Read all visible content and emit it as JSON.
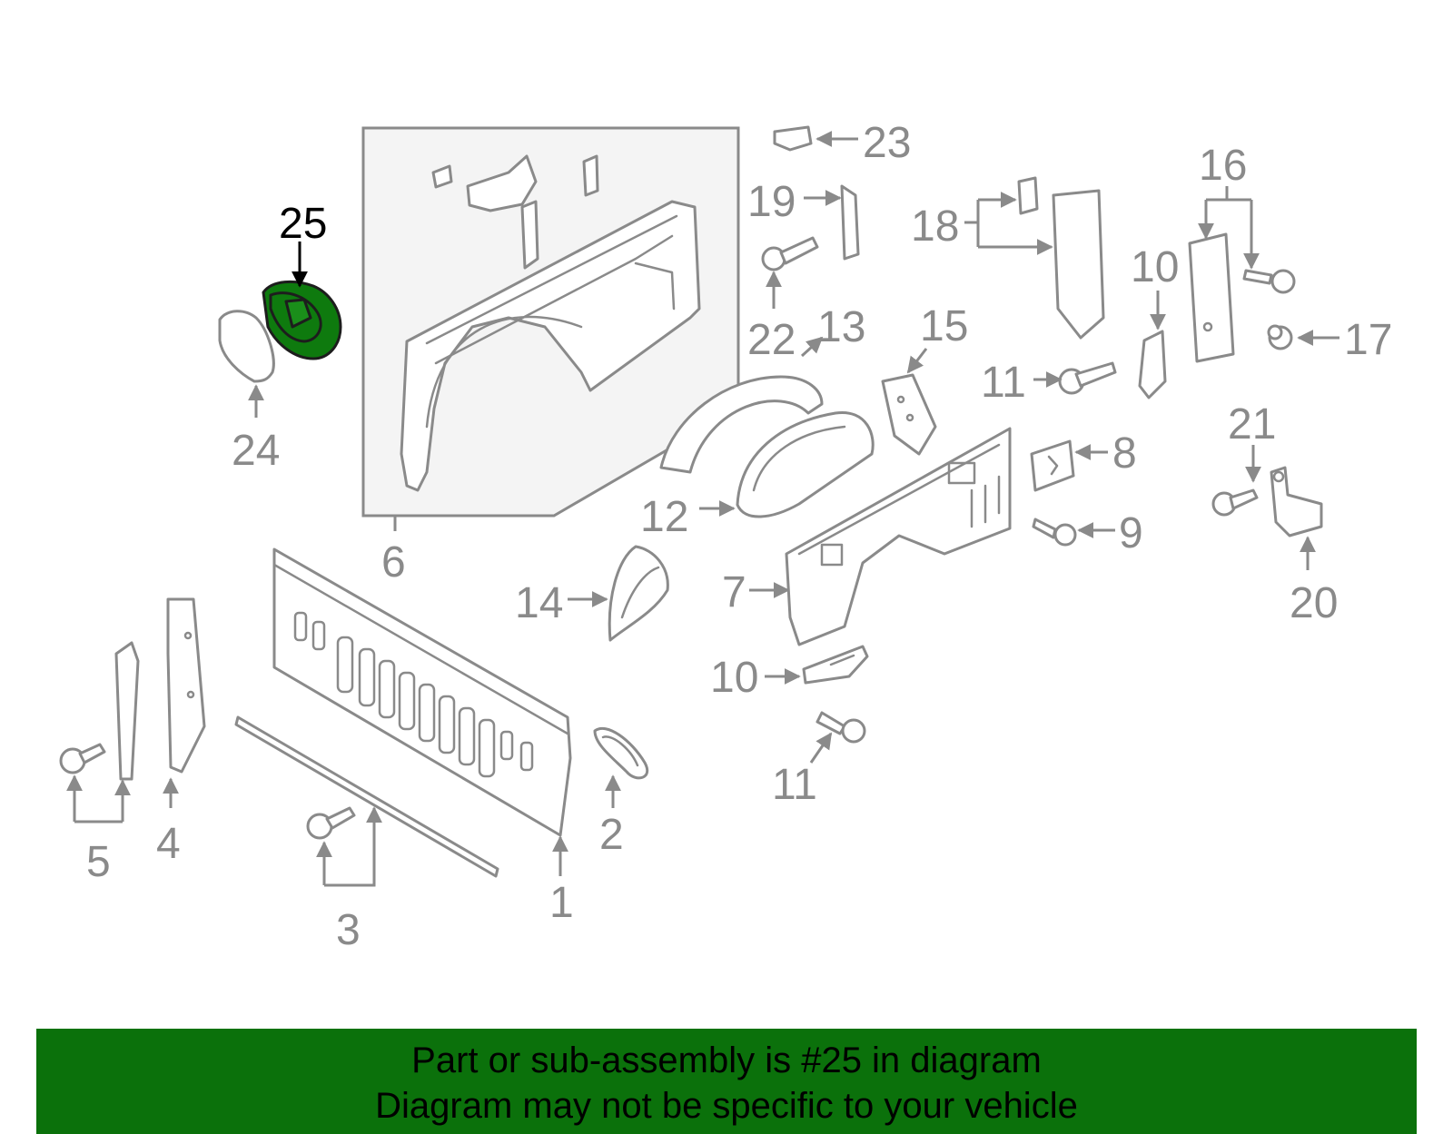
{
  "colors": {
    "highlight_fill": "#0e7a0e",
    "banner_bg": "#0b710b",
    "outline": "#8a8a8a",
    "selected_callout": "#000000"
  },
  "diagram": {
    "selected_part": "25",
    "callouts": [
      "1",
      "2",
      "3",
      "4",
      "5",
      "6",
      "7",
      "8",
      "9",
      "10",
      "10",
      "11",
      "11",
      "12",
      "13",
      "14",
      "15",
      "16",
      "17",
      "18",
      "19",
      "20",
      "21",
      "22",
      "23",
      "24",
      "25"
    ]
  },
  "banner": {
    "line1": "Part or sub-assembly is #25 in diagram",
    "line2": "Diagram may not be specific to your vehicle"
  }
}
